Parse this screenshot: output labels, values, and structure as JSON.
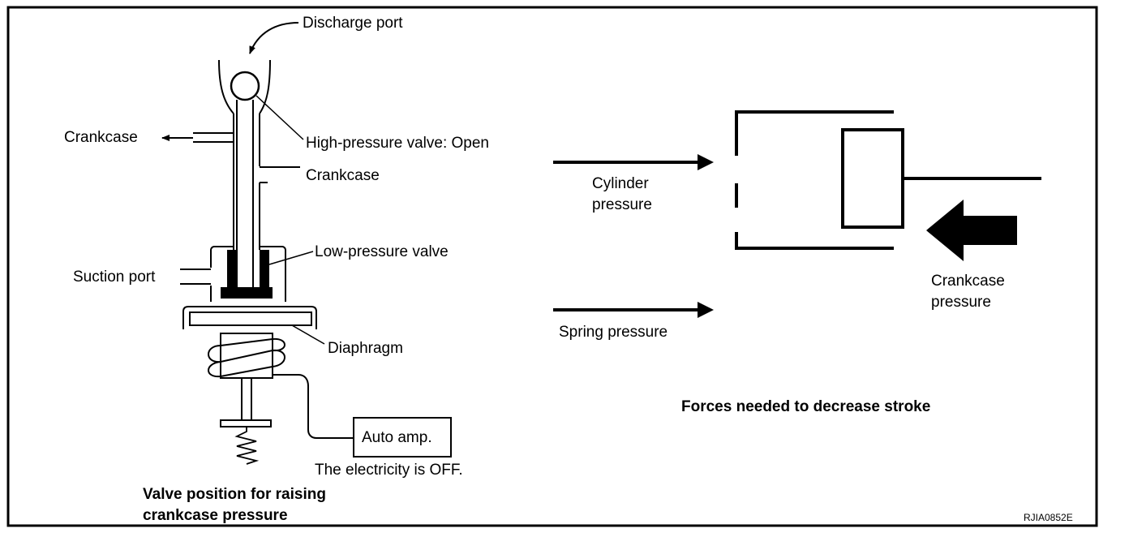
{
  "labels": {
    "discharge_port": "Discharge port",
    "crankcase_outlet": "Crankcase",
    "high_pressure_valve": "High-pressure valve: Open",
    "crankcase_chamber": "Crankcase",
    "low_pressure_valve": "Low-pressure valve",
    "suction_port": "Suction port",
    "diaphragm": "Diaphragm",
    "auto_amp": "Auto amp.",
    "electricity_status": "The electricity is OFF.",
    "left_caption_line1": "Valve position for raising",
    "left_caption_line2": "crankcase pressure",
    "cylinder_pressure_line1": "Cylinder",
    "cylinder_pressure_line2": "pressure",
    "spring_pressure": "Spring pressure",
    "crankcase_pressure_line1": "Crankcase",
    "crankcase_pressure_line2": "pressure",
    "right_caption": "Forces needed to decrease stroke",
    "figure_code": "RJIA0852E"
  }
}
